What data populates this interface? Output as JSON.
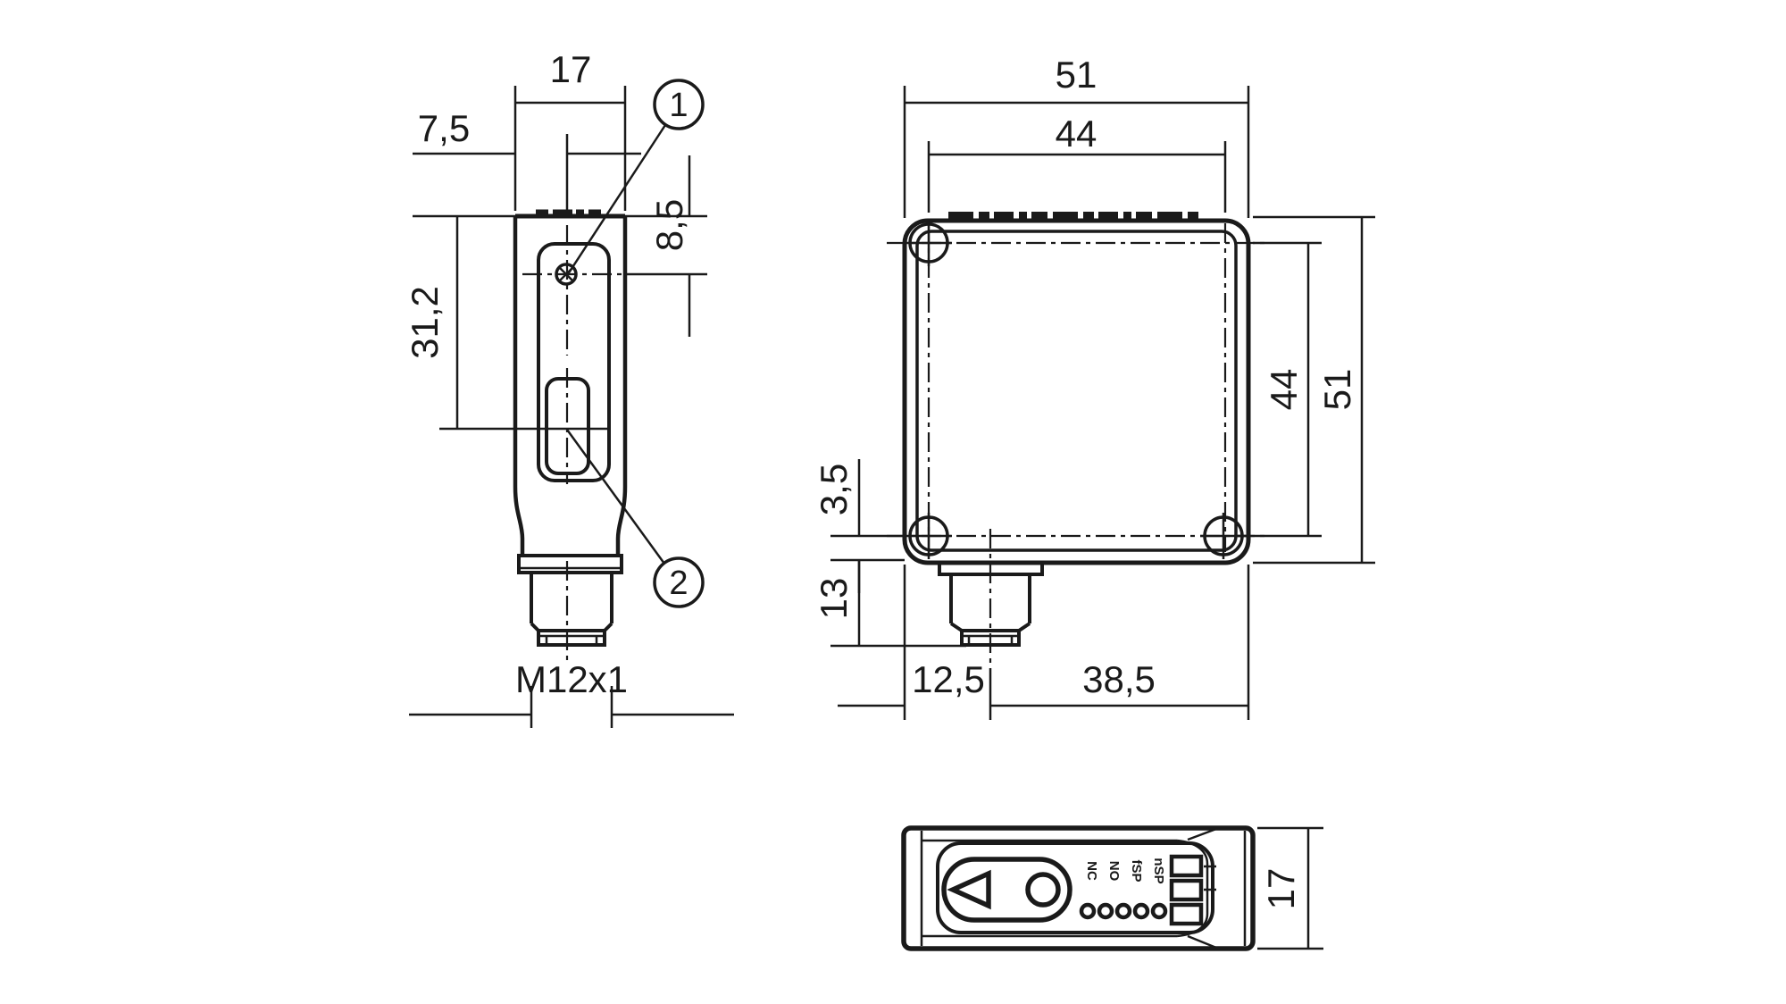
{
  "colors": {
    "line": "#1a1a1a",
    "background": "#ffffff"
  },
  "side_view": {
    "dim_width": "17",
    "dim_lens_offset": "7,5",
    "dim_body_length": "31,2",
    "dim_lens_from_top": "8,5",
    "thread_label": "M12x1",
    "callout_1": "1",
    "callout_2": "2"
  },
  "front_view": {
    "dim_width": "51",
    "dim_inner_width": "44",
    "dim_inner_height": "44",
    "dim_height": "51",
    "dim_screw_axis_offset": "3,5",
    "dim_connector_length": "13",
    "dim_connector_offset": "12,5",
    "dim_connector_to_edge": "38,5"
  },
  "top_view": {
    "dim_depth": "17",
    "switch_labels": [
      "NC",
      "NO",
      "fSP",
      "nSP"
    ]
  }
}
